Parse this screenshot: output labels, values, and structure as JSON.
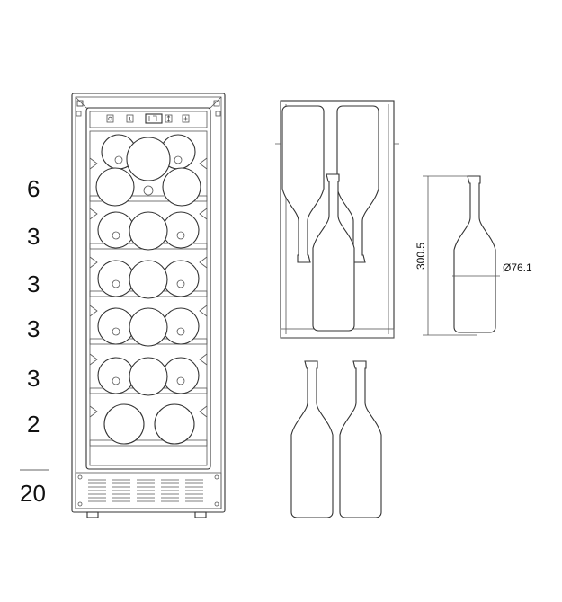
{
  "shelf_counts": [
    "6",
    "3",
    "3",
    "3",
    "3",
    "2"
  ],
  "total": "20",
  "dimensions": {
    "height": "300.5",
    "diameter": "Ø76.1"
  },
  "control_icons": [
    "power-icon",
    "light-icon",
    "display-icon",
    "up-down-icon",
    "snowflake-icon"
  ]
}
